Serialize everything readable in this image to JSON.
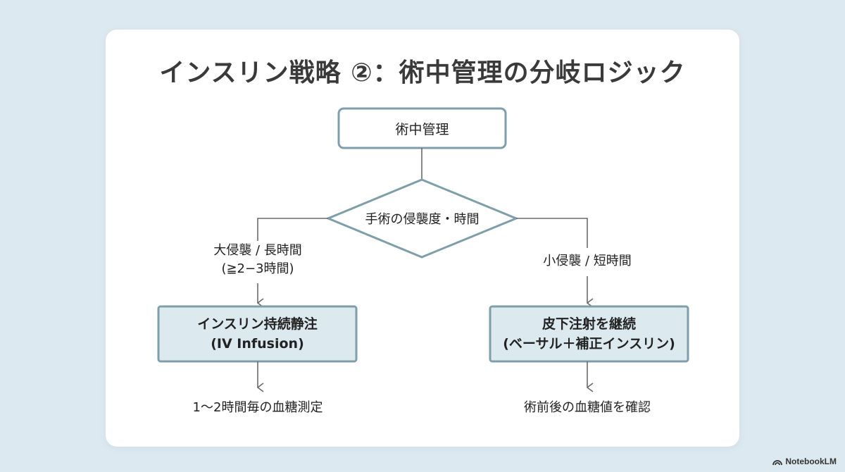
{
  "title": "インスリン戦略 ②：術中管理の分岐ロジック",
  "nodes": {
    "start": "術中管理",
    "decision": "手術の侵襲度・時間",
    "left_box": {
      "line1": "インスリン持続静注",
      "line2": "(IV Infusion)"
    },
    "right_box": {
      "line1": "皮下注射を継続",
      "line2": "(ベーサル＋補正インスリン)"
    }
  },
  "branches": {
    "left": {
      "line1": "大侵襲 / 長時間",
      "line2": "(≧2−3時間)"
    },
    "right": {
      "line1": "小侵襲 / 短時間"
    }
  },
  "outcomes": {
    "left": "1〜2時間毎の血糖測定",
    "right": "術前後の血糖値を確認"
  },
  "colors": {
    "background": "#dce9f1",
    "card": "#ffffff",
    "stroke": "#7e9eaa",
    "box_fill": "#dce9ef",
    "connector": "#6a6a6a"
  },
  "brand": {
    "icon": "notebooklm-logo-icon",
    "label": "NotebookLM"
  }
}
